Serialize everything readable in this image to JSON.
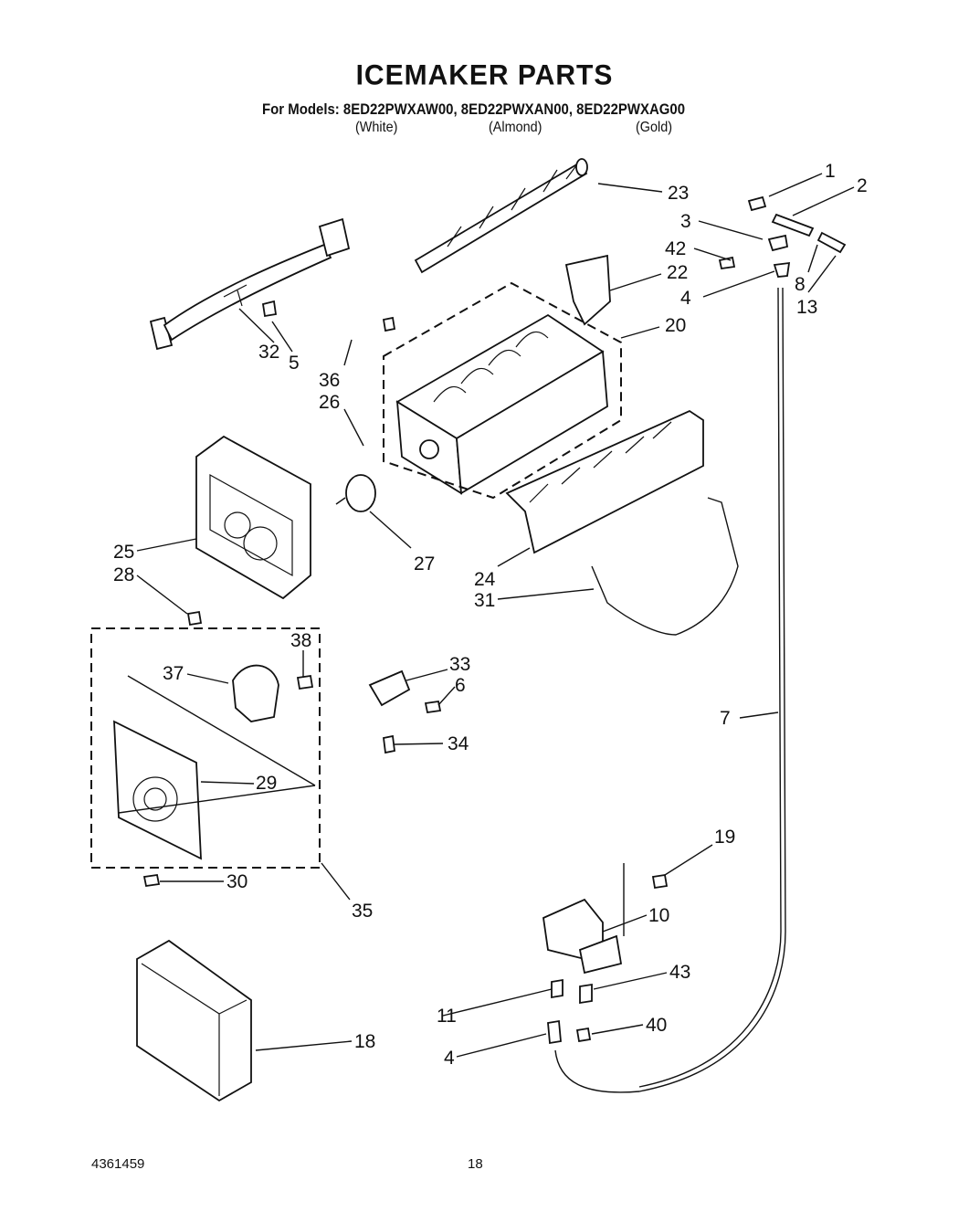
{
  "title": "ICEMAKER PARTS",
  "models_line": "For Models: 8ED22PWXAW00, 8ED22PWXAN00, 8ED22PWXAG00",
  "colors": [
    "(White)",
    "(Almond)",
    "(Gold)"
  ],
  "footer": {
    "doc_number": "4361459",
    "page_number": "18"
  },
  "callouts": [
    "1",
    "2",
    "3",
    "42",
    "8",
    "13",
    "4",
    "23",
    "22",
    "20",
    "32",
    "5",
    "36",
    "26",
    "25",
    "28",
    "27",
    "24",
    "31",
    "38",
    "37",
    "33",
    "6",
    "34",
    "29",
    "7",
    "19",
    "30",
    "35",
    "10",
    "43",
    "11",
    "40",
    "4",
    "18"
  ]
}
